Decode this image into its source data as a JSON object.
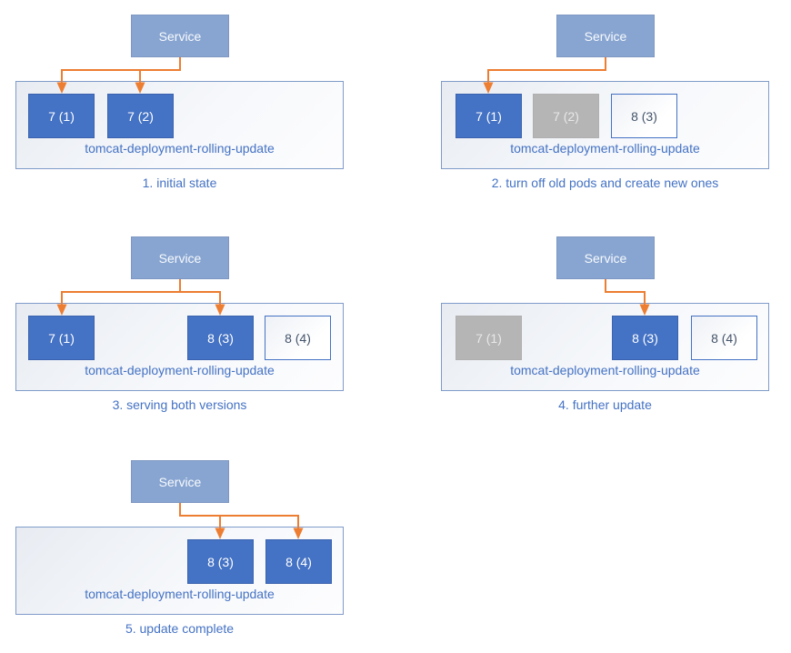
{
  "colors": {
    "pod_active": "#4472C4",
    "pod_active_border": "#3B63AE",
    "pod_inactive": "#B5B5B5",
    "pod_inactive_border": "#AFAFAF",
    "pod_new_text": "#44546A",
    "service_fill": "#88A5D1",
    "service_border": "#7D97C2",
    "container_border": "#7F9BC9",
    "arrow": "#ED7D31",
    "label_text": "#4472C4",
    "caption_text": "#4472C4"
  },
  "service_label": "Service",
  "deployment_label": "tomcat-deployment-rolling-update",
  "panels": [
    {
      "caption": "1. initial state",
      "pods": [
        {
          "label": "7 (1)",
          "state": "active"
        },
        {
          "label": "7 (2)",
          "state": "active"
        }
      ]
    },
    {
      "caption": "2. turn off old pods and create new ones",
      "pods": [
        {
          "label": "7 (1)",
          "state": "active"
        },
        {
          "label": "7 (2)",
          "state": "terminated"
        },
        {
          "label": "8 (3)",
          "state": "new"
        }
      ]
    },
    {
      "caption": "3. serving both versions",
      "pods": [
        {
          "label": "7 (1)",
          "state": "active"
        },
        {
          "label": "8 (3)",
          "state": "active"
        },
        {
          "label": "8 (4)",
          "state": "new"
        }
      ]
    },
    {
      "caption": "4. further update",
      "pods": [
        {
          "label": "7 (1)",
          "state": "terminated"
        },
        {
          "label": "8 (3)",
          "state": "active"
        },
        {
          "label": "8 (4)",
          "state": "new"
        }
      ]
    },
    {
      "caption": "5. update complete",
      "pods": [
        {
          "label": "8 (3)",
          "state": "active"
        },
        {
          "label": "8 (4)",
          "state": "active"
        }
      ]
    }
  ]
}
